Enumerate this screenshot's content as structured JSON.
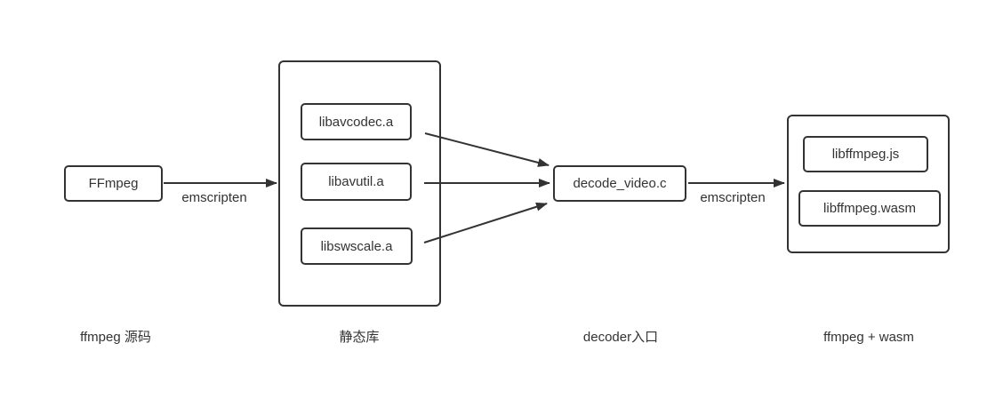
{
  "diagram": {
    "nodes": {
      "ffmpeg": "FFmpeg",
      "libavcodec": "libavcodec.a",
      "libavutil": "libavutil.a",
      "libswscale": "libswscale.a",
      "decode_video": "decode_video.c",
      "libffmpeg_js": "libffmpeg.js",
      "libffmpeg_wasm": "libffmpeg.wasm"
    },
    "edges": {
      "label1": "emscripten",
      "label2": "emscripten"
    },
    "captions": {
      "source": "ffmpeg 源码",
      "static_lib": "静态库",
      "decoder_entry": "decoder入口",
      "output": "ffmpeg + wasm"
    },
    "colors": {
      "stroke": "#333333",
      "text": "#333333",
      "background": "#ffffff"
    }
  }
}
